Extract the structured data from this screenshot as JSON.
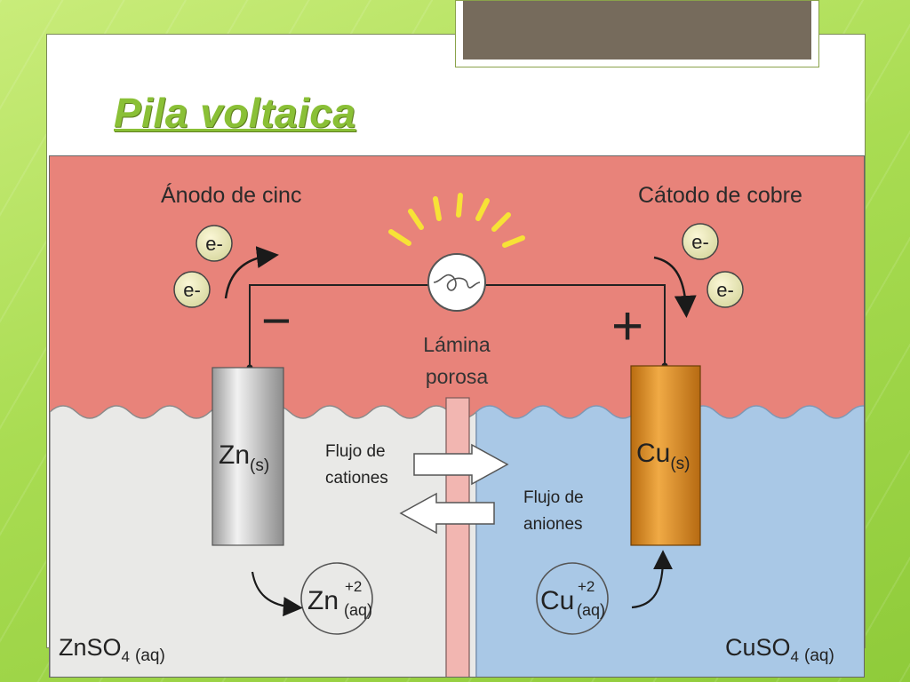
{
  "slide": {
    "title": "Pila voltaica"
  },
  "diagram": {
    "anode_label": "Ánodo de cinc",
    "cathode_label": "Cátodo de cobre",
    "electron": "e-",
    "minus_sign": "−",
    "plus_sign": "+",
    "membrane_label_1": "Lámina",
    "membrane_label_2": "porosa",
    "zinc_electrode": "Zn",
    "zinc_electrode_sub": "(s)",
    "copper_electrode": "Cu",
    "copper_electrode_sub": "(s)",
    "cation_flow_1": "Flujo de",
    "cation_flow_2": "cationes",
    "anion_flow_1": "Flujo de",
    "anion_flow_2": "aniones",
    "zinc_ion": "Zn",
    "zinc_ion_charge": "+2",
    "zinc_ion_state": "(aq)",
    "copper_ion": "Cu",
    "copper_ion_charge": "+2",
    "copper_ion_state": "(aq)",
    "left_solution": "ZnSO",
    "left_solution_sub": "4",
    "left_solution_state": "(aq)",
    "right_solution": "CuSO",
    "right_solution_sub": "4",
    "right_solution_state": "(aq)"
  },
  "colors": {
    "background_green": "#a9dc52",
    "title_green": "#8ac036",
    "air_red": "#e8837a",
    "left_solution": "#e8e8e6",
    "right_solution": "#a9c8e6",
    "zinc": "#c9c9c9",
    "copper": "#e39a2e",
    "membrane": "#f0b4b0"
  }
}
